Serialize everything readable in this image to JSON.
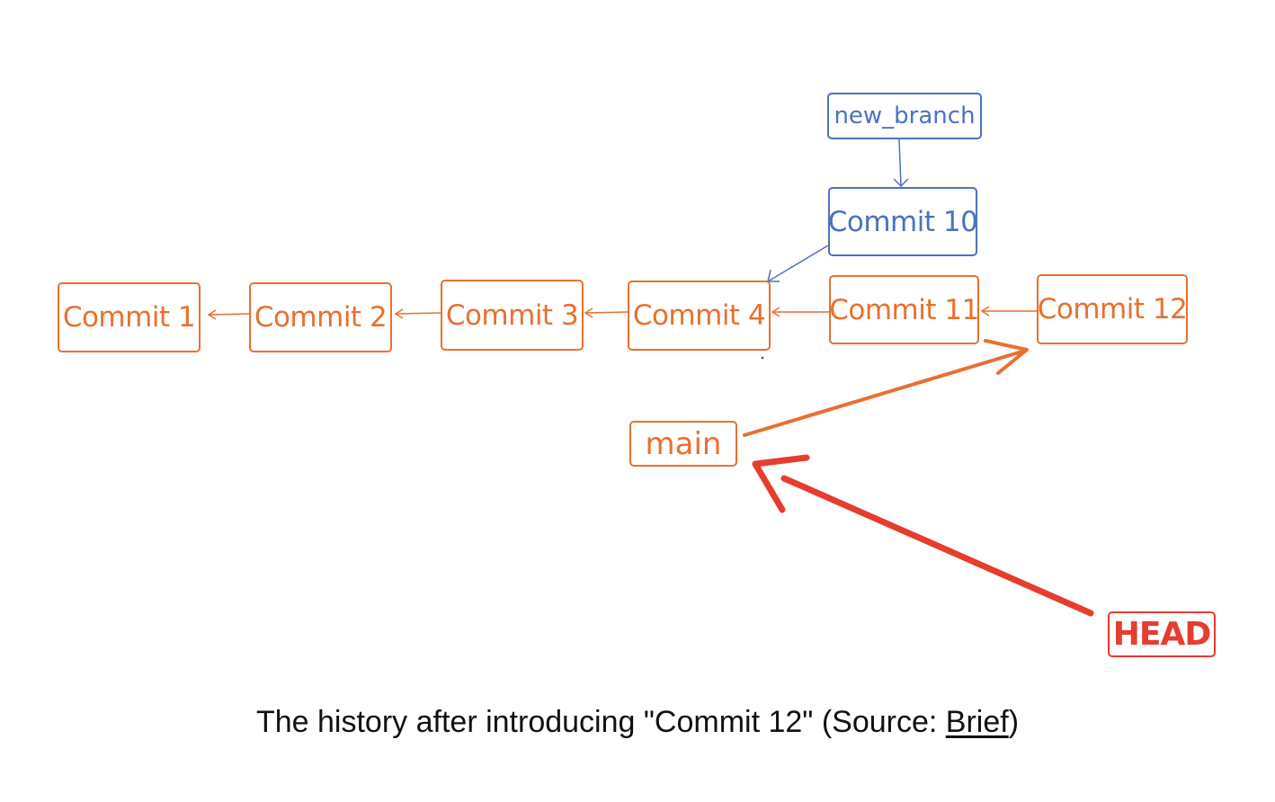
{
  "colors": {
    "main_line": "#e8702f",
    "branch_line": "#4b72bf",
    "head_pointer": "#e53d2f",
    "caption_text": "#111111"
  },
  "commits": [
    "Commit 1",
    "Commit 2",
    "Commit 3",
    "Commit 4",
    "Commit 11",
    "Commit 12"
  ],
  "branch_commit": "Commit 10",
  "branch_label": "new_branch",
  "main_label": "main",
  "head_label": "HEAD",
  "caption": {
    "text": "The history after introducing \"Commit 12\" (Source: ",
    "link": "Brief",
    "closing": ")"
  }
}
